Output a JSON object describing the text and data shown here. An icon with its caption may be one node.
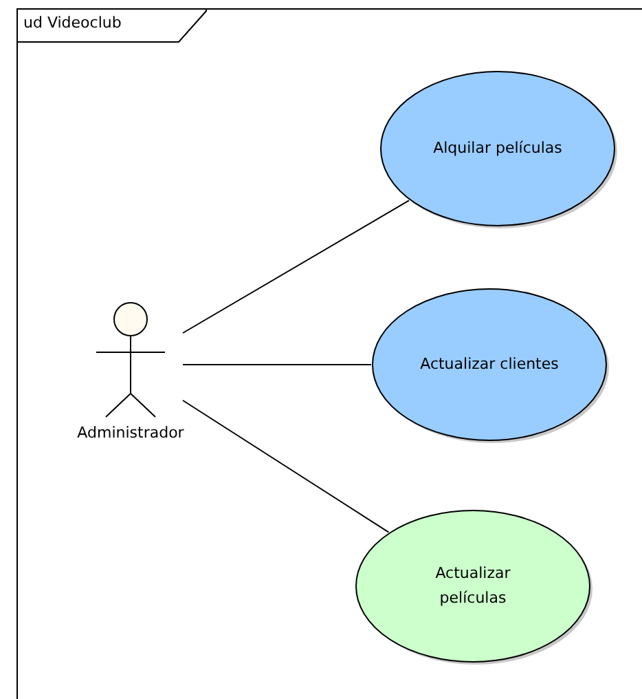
{
  "diagram": {
    "title": "ud Videoclub",
    "nodes": [
      {
        "text": [
          "Administrador"
        ]
      },
      {
        "text": [
          "Alquilar películas"
        ]
      },
      {
        "text": [
          "Actualizar clientes"
        ]
      },
      {
        "text": [
          "Actualizar películas"
        ]
      }
    ],
    "edges": [
      {
        "from": 0,
        "to": 1,
        "arrow": "none"
      },
      {
        "from": 0,
        "to": 2,
        "arrow": "none"
      },
      {
        "from": 0,
        "to": 3,
        "arrow": "none"
      }
    ]
  }
}
